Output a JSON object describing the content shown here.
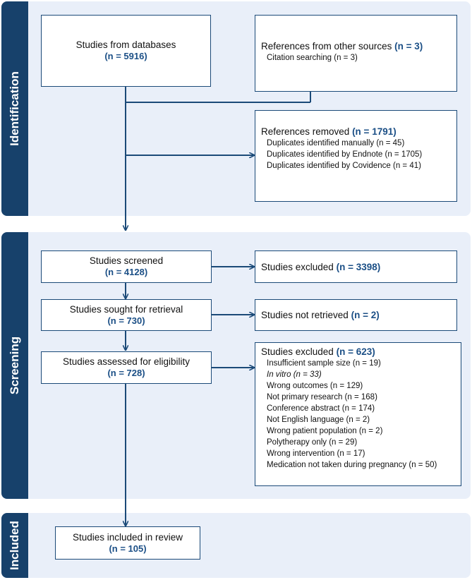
{
  "phases": {
    "identification": "Identification",
    "screening": "Screening",
    "included": "Included"
  },
  "boxes": {
    "databases": {
      "title": "Studies from databases",
      "count": "(n = 5916)"
    },
    "other_sources": {
      "title": "References from other sources ",
      "count": "(n = 3)",
      "items": [
        "Citation searching (n = 3)"
      ]
    },
    "removed": {
      "title": "References removed ",
      "count": "(n = 1791)",
      "items": [
        "Duplicates identified manually (n = 45)",
        "Duplicates identified by Endnote (n = 1705)",
        "Duplicates identified by Covidence (n = 41)"
      ]
    },
    "screened": {
      "title": "Studies screened",
      "count": "(n = 4128)"
    },
    "screen_excluded": {
      "title": "Studies excluded ",
      "count": "(n = 3398)"
    },
    "sought": {
      "title": "Studies sought for retrieval",
      "count": "(n = 730)"
    },
    "not_retrieved": {
      "title": "Studies not retrieved ",
      "count": "(n = 2)"
    },
    "assessed": {
      "title": "Studies assessed for eligibility",
      "count": "(n = 728)"
    },
    "elig_excluded": {
      "title": "Studies excluded ",
      "count": "(n = 623)",
      "items": [
        "Insufficient sample size (n = 19)",
        "In vitro (n = 33)",
        "Wrong outcomes (n = 129)",
        "Not primary research (n = 168)",
        "Conference abstract (n = 174)",
        "Not English language (n = 2)",
        "Wrong patient population (n = 2)",
        "Polytherapy only (n = 29)",
        "Wrong intervention (n = 17)",
        "Medication not taken during pregnancy (n = 50)"
      ]
    },
    "included": {
      "title": "Studies included in review",
      "count": "(n = 105)"
    }
  },
  "colors": {
    "panel": "#e9eff9",
    "side": "#17416b",
    "line": "#1b4a78",
    "highlight": "#1b4f86"
  }
}
